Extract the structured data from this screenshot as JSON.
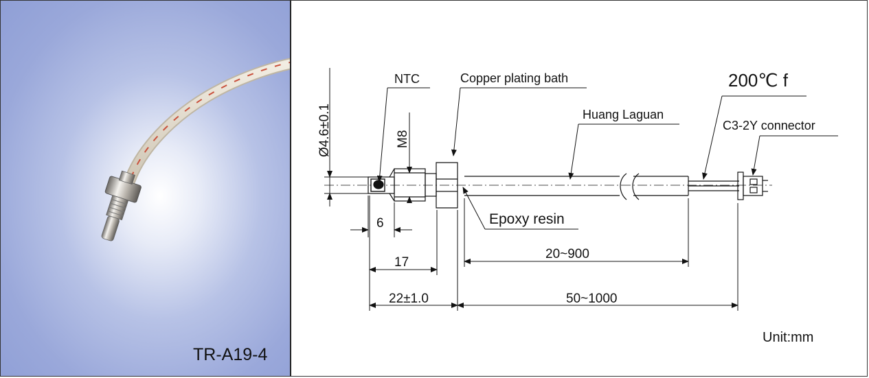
{
  "photo": {
    "model": "TR-A19-4"
  },
  "callouts": {
    "ntc": "NTC",
    "copper_plating_bath": "Copper plating bath",
    "temperature": "200℃ f",
    "huang_laguan": "Huang Laguan",
    "connector": "C3-2Y connector",
    "epoxy_resin": "Epoxy resin"
  },
  "dimensions": {
    "probe_diameter": "Ø4.6±0.1",
    "thread": "M8",
    "tip_length": "6",
    "body_length": "17",
    "total_head_length": "22±1.0",
    "cable_length": "20~900",
    "total_cable_length": "50~1000"
  },
  "unit": "Unit:mm",
  "colors": {
    "photo_background": "#9aa8da",
    "ink": "#111111"
  }
}
